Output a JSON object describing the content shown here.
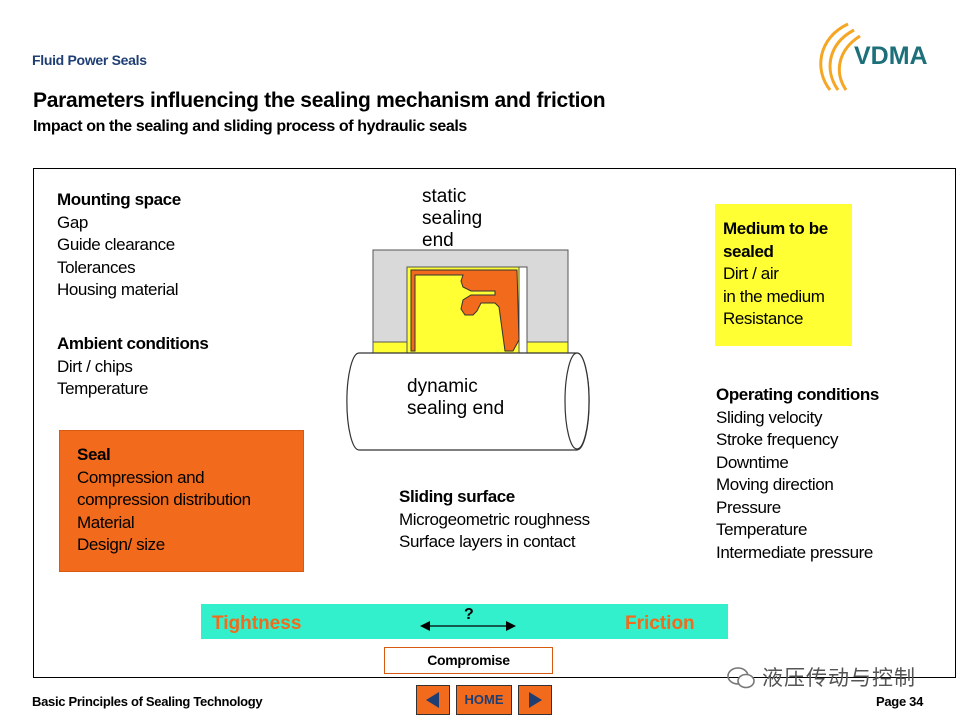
{
  "header": {
    "label": "Fluid Power Seals",
    "logo_text": "VDMA"
  },
  "title": "Parameters influencing the sealing mechanism and friction",
  "subtitle": "Impact on the sealing and sliding process of hydraulic seals",
  "mounting": {
    "heading": "Mounting space",
    "items": [
      "Gap",
      "Guide clearance",
      "Tolerances",
      "Housing material"
    ]
  },
  "ambient": {
    "heading": "Ambient conditions",
    "items": [
      "Dirt / chips",
      "Temperature"
    ]
  },
  "seal": {
    "heading": "Seal",
    "items": [
      "Compression and",
      "compression distribution",
      "Material",
      "Design/ size"
    ]
  },
  "medium": {
    "heading_lines": [
      "Medium to be",
      "sealed"
    ],
    "items": [
      "Dirt / air",
      "in the medium",
      "Resistance"
    ]
  },
  "operating": {
    "heading": "Operating conditions",
    "items": [
      "Sliding velocity",
      "Stroke frequency",
      "Downtime",
      "Moving direction",
      "Pressure",
      "Temperature",
      "Intermediate pressure"
    ]
  },
  "sliding": {
    "heading": "Sliding surface",
    "items": [
      "Microgeometric roughness",
      "Surface layers in contact"
    ]
  },
  "diagram": {
    "static_lines": [
      "static",
      "sealing",
      "end"
    ],
    "dynamic_lines": [
      "dynamic",
      "sealing end"
    ]
  },
  "bar": {
    "left": "Tightness",
    "right": "Friction",
    "mark": "?"
  },
  "compromise": "Compromise",
  "footer": {
    "left": "Basic Principles of Sealing Technology",
    "page": "Page 34",
    "home": "HOME"
  },
  "watermark": "液压传动与控制",
  "colors": {
    "orange": "#f26a1c",
    "yellow": "#ffff33",
    "cyan": "#33f0cc",
    "navy": "#1f3f74",
    "teal_logo": "#1d6f7a"
  }
}
